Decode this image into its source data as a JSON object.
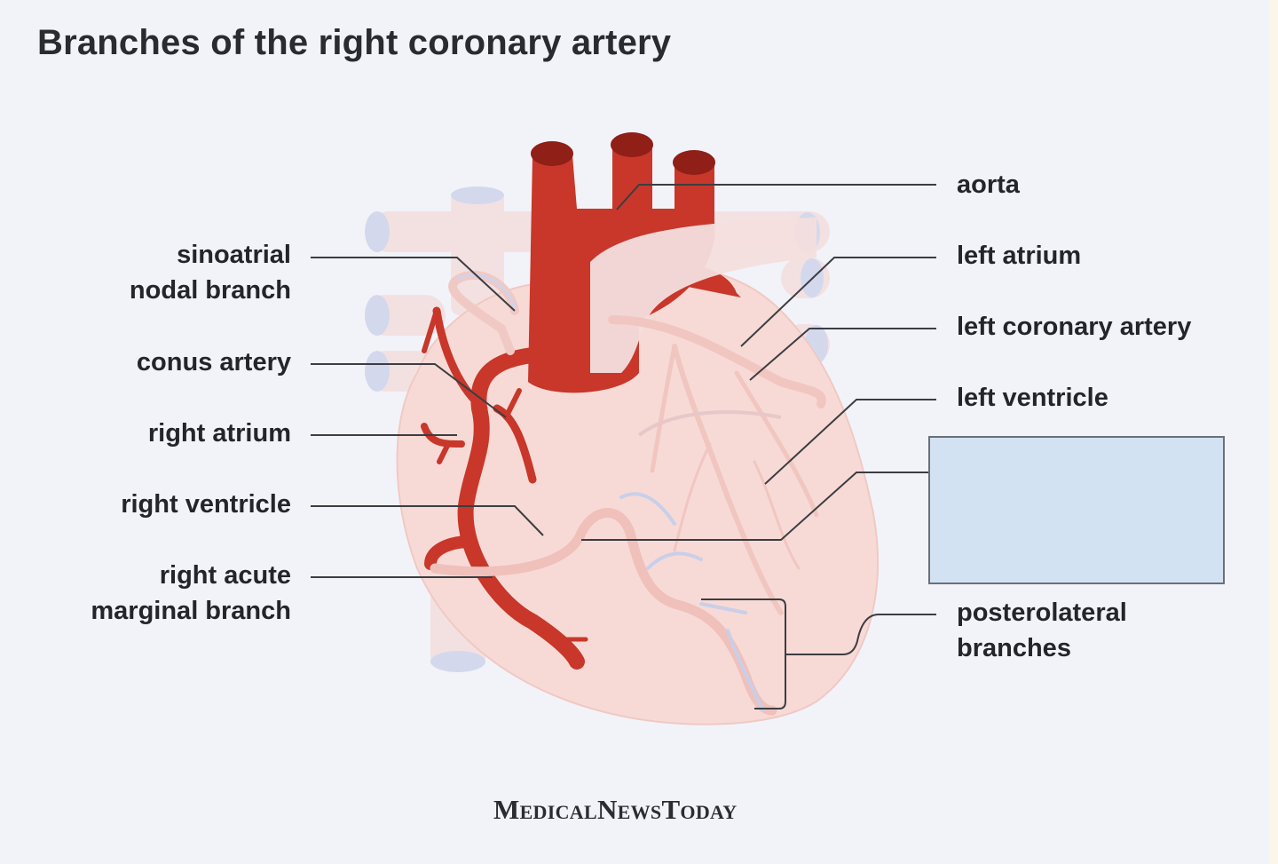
{
  "title": "Branches of the right coronary artery",
  "labels": {
    "aorta": "aorta",
    "left_atrium": "left atrium",
    "left_coronary_artery": "left coronary artery",
    "left_ventricle": "left ventricle",
    "posterolateral_line1": "posterolateral",
    "posterolateral_line2": "branches",
    "sinoatrial_line1": "sinoatrial",
    "sinoatrial_line2": "nodal branch",
    "conus_artery": "conus artery",
    "right_atrium": "right atrium",
    "right_ventricle": "right ventricle",
    "right_acute_line1": "right acute",
    "right_acute_line2": "marginal branch"
  },
  "logo": {
    "m": "M",
    "edical": "EDICAL",
    "n": "N",
    "ews": "EWS",
    "t": "T",
    "oday": "ODAY"
  },
  "colors": {
    "artery": "#c8372a",
    "artery_dark": "#8f1f17",
    "heart": "#f7dad6",
    "vessel_light": "#f3d4d0",
    "vein_blue": "#c9cfe8",
    "leader_line": "#3b3d42",
    "answer_box": "#d3e2f3"
  }
}
